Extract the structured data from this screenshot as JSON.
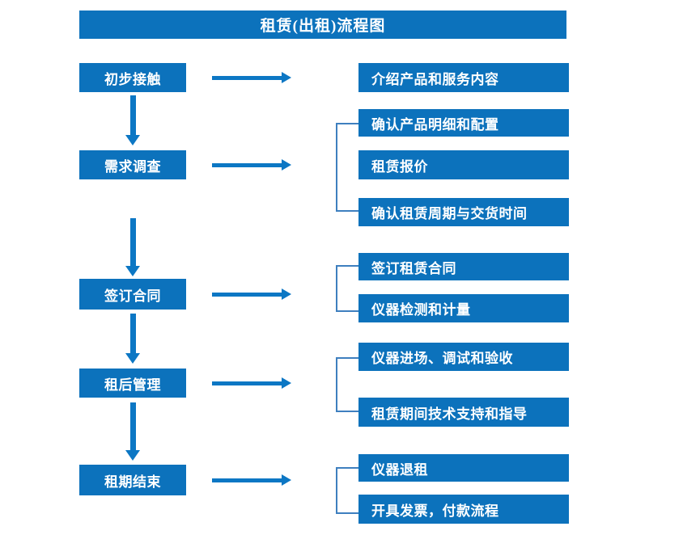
{
  "chart_data": {
    "type": "diagram",
    "title": "租赁(出租)流程图",
    "diagram_kind": "flowchart",
    "orientation": "vertical-stages-with-right-details",
    "accent_color": "#0C72BC",
    "arrow_color": "#0C77C4",
    "bracket_color": "#3E7FBF",
    "text_color": "#FFFFFF",
    "background": "#FFFFFF",
    "stages": [
      {
        "label": "初步接触",
        "details": [
          "介绍产品和服务内容"
        ],
        "has_bracket": false,
        "arrow_to_next": true
      },
      {
        "label": "需求调查",
        "details": [
          "确认产品明细和配置",
          "租赁报价",
          "确认租赁周期与交货时间"
        ],
        "has_bracket": true,
        "arrow_to_next": true
      },
      {
        "label": "签订合同",
        "details": [
          "签订租赁合同",
          "仪器检测和计量"
        ],
        "has_bracket": true,
        "arrow_to_next": true
      },
      {
        "label": "租后管理",
        "details": [
          "仪器进场、调试和验收",
          "租赁期间技术支持和指导"
        ],
        "has_bracket": true,
        "arrow_to_next": true
      },
      {
        "label": "租期结束",
        "details": [
          "仪器退租",
          "开具发票，付款流程"
        ],
        "has_bracket": true,
        "arrow_to_next": false
      }
    ]
  },
  "title": {
    "text": "租赁(出租)流程图"
  },
  "stages": {
    "s0": {
      "label": "初步接触"
    },
    "s1": {
      "label": "需求调查"
    },
    "s2": {
      "label": "签订合同"
    },
    "s3": {
      "label": "租后管理"
    },
    "s4": {
      "label": "租期结束"
    }
  },
  "details": {
    "d0_0": "介绍产品和服务内容",
    "d1_0": "确认产品明细和配置",
    "d1_1": "租赁报价",
    "d1_2": "确认租赁周期与交货时间",
    "d2_0": "签订租赁合同",
    "d2_1": "仪器检测和计量",
    "d3_0": "仪器进场、调试和验收",
    "d3_1": "租赁期间技术支持和指导",
    "d4_0": "仪器退租",
    "d4_1": "开具发票，付款流程"
  }
}
